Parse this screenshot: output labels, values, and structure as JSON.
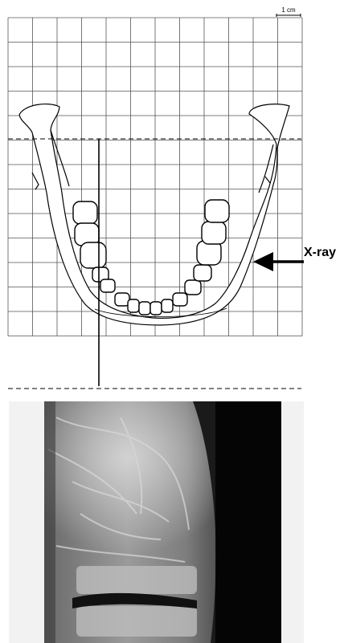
{
  "figure": {
    "scale_bar_label": "1 cm",
    "xray_label": "X-ray"
  },
  "grid": {
    "columns": 12,
    "rows": 13,
    "cell_size_label": "1 cm"
  },
  "colors": {
    "line": "#000000",
    "radiograph_dark": "#050505",
    "radiograph_panel": "#f2f2f2"
  }
}
